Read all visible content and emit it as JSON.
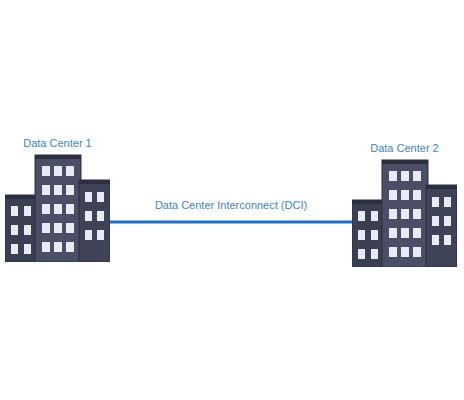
{
  "diagram": {
    "nodes": [
      {
        "text": [
          "Data Center 1"
        ]
      },
      {
        "text": [
          "Data Center 2"
        ]
      }
    ],
    "edges": [
      {
        "from": 0,
        "to": 1,
        "label": "Data Center Interconnect (DCI)",
        "arrow": "none"
      }
    ]
  }
}
